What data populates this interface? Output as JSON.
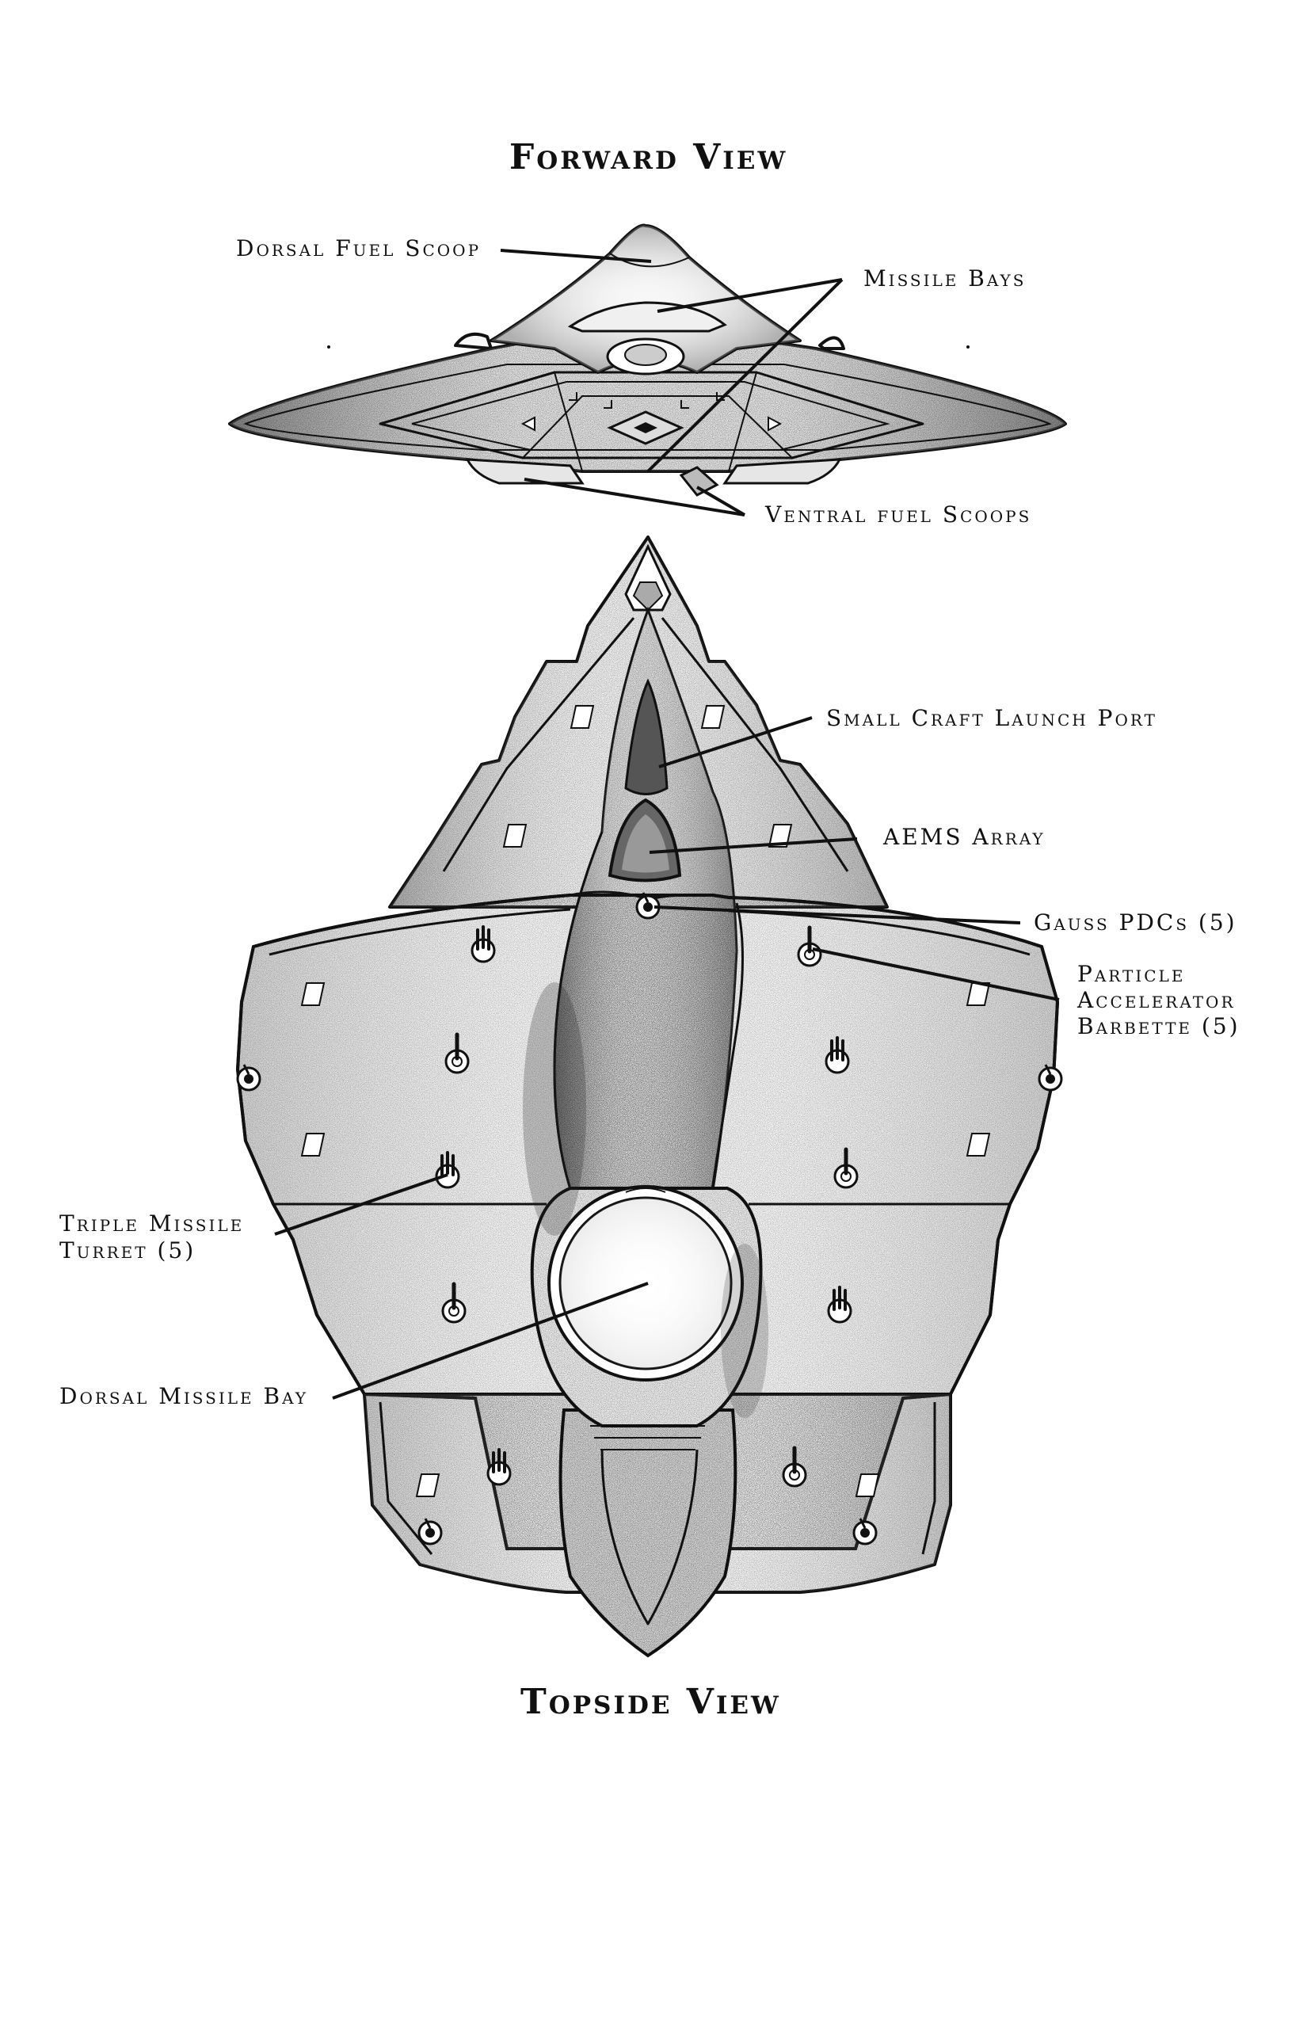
{
  "titles": {
    "forward": "Forward View",
    "topside": "Topside View"
  },
  "labels": {
    "dorsal_fuel_scoop": "Dorsal Fuel Scoop",
    "missile_bays": "Missile Bays",
    "ventral_fuel_scoops": "Ventral fuel Scoops",
    "small_craft_launch_port": "Small Craft Launch Port",
    "aems_array": "AEMS Array",
    "gauss_pdcs": "Gauss PDCs (5)",
    "particle_accelerator_line1": "Particle",
    "particle_accelerator_line2": "Accelerator",
    "particle_accelerator_line3": "Barbette (5)",
    "triple_missile_turret_line1": "Triple Missile",
    "triple_missile_turret_line2": "Turret (5)",
    "dorsal_missile_bay": "Dorsal Missile Bay"
  },
  "colors": {
    "ink": "#111111",
    "paper": "#ffffff",
    "shade": "#8a8a8a"
  }
}
